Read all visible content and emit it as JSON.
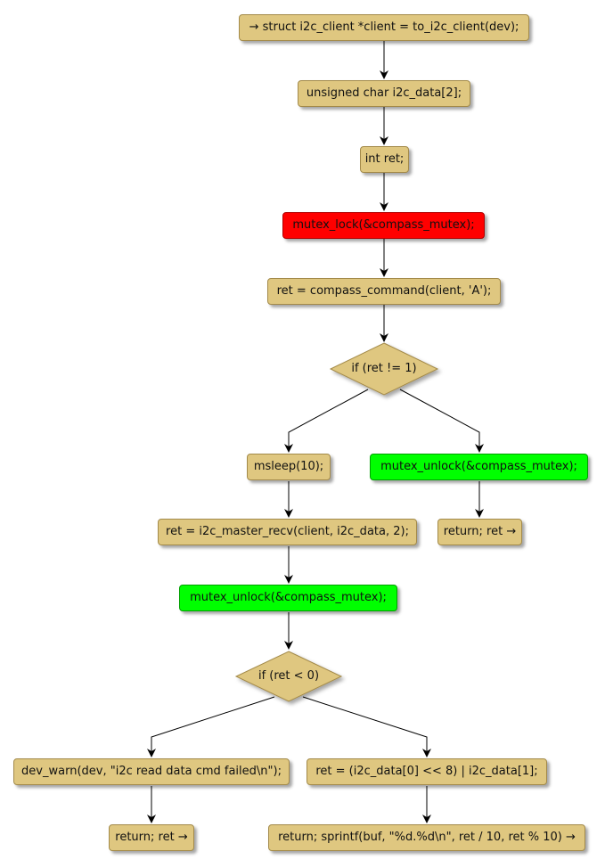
{
  "nodes": {
    "n1": "→ struct i2c_client *client = to_i2c_client(dev);",
    "n2": "unsigned char i2c_data[2];",
    "n3": "int ret;",
    "n4": "mutex_lock(&compass_mutex);",
    "n5": "ret = compass_command(client, 'A');",
    "d1": "if (ret != 1)",
    "n6": "msleep(10);",
    "n7": "mutex_unlock(&compass_mutex);",
    "n8": "ret = i2c_master_recv(client, i2c_data, 2);",
    "n9": "return; ret →",
    "n10": "mutex_unlock(&compass_mutex);",
    "d2": "if (ret < 0)",
    "n11": "dev_warn(dev, \"i2c read data cmd failed\\n\");",
    "n12": "ret = (i2c_data[0] << 8) | i2c_data[1];",
    "n13": "return; ret →",
    "n14": "return; sprintf(buf, \"%d.%d\\n\", ret / 10, ret % 10) →"
  },
  "colors": {
    "node_fill": "#dfc780",
    "lock_fill": "#ff0000",
    "unlock_fill": "#00ff00",
    "edge": "#000000"
  }
}
